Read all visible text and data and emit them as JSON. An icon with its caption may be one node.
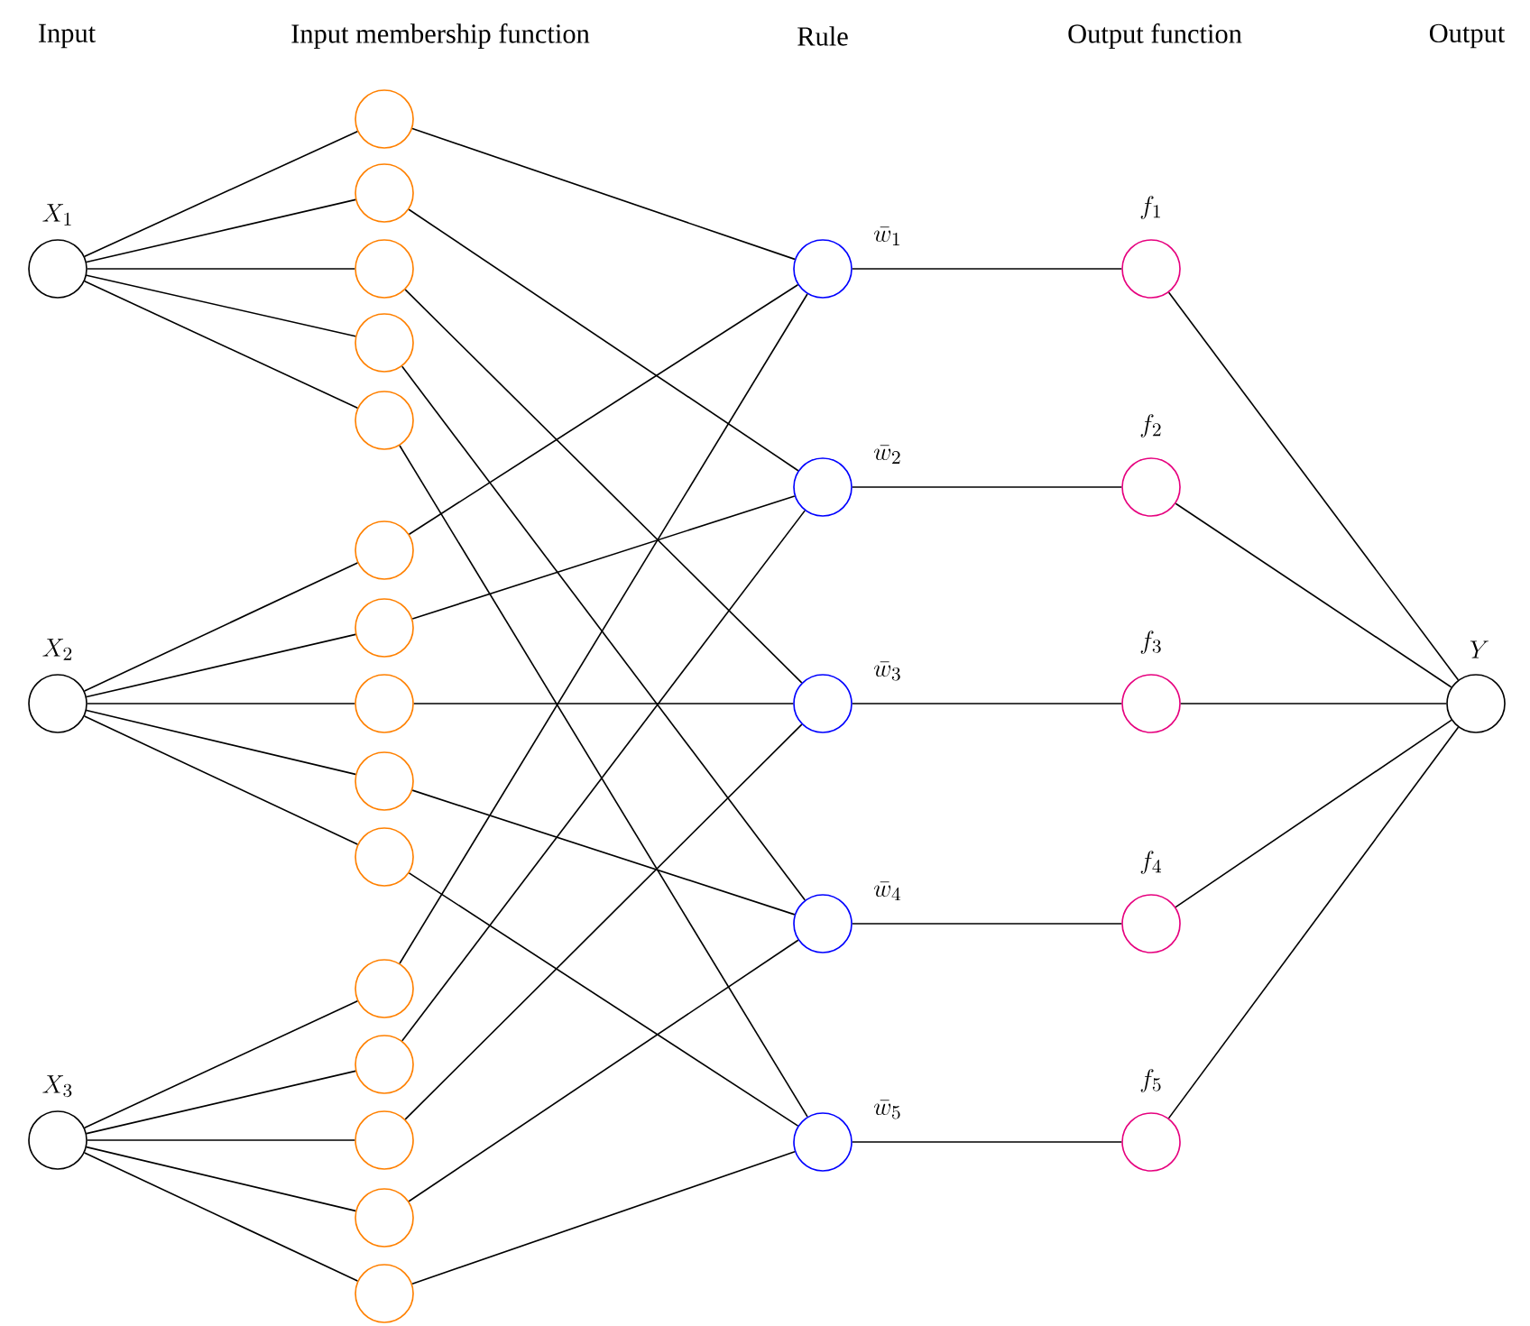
{
  "diagram": {
    "nodes": [
      {
        "text": [
          "X_1"
        ]
      },
      {
        "text": [
          "X_2"
        ]
      },
      {
        "text": [
          "X_3"
        ]
      },
      {
        "text": [],
        "shape": "circle"
      },
      {
        "text": [],
        "shape": "circle"
      },
      {
        "text": [],
        "shape": "circle"
      },
      {
        "text": [],
        "shape": "circle"
      },
      {
        "text": [],
        "shape": "circle"
      },
      {
        "text": [],
        "shape": "circle"
      },
      {
        "text": [],
        "shape": "circle"
      },
      {
        "text": [],
        "shape": "circle"
      },
      {
        "text": [],
        "shape": "circle"
      },
      {
        "text": [],
        "shape": "circle"
      },
      {
        "text": [],
        "shape": "circle"
      },
      {
        "text": [],
        "shape": "circle"
      },
      {
        "text": [],
        "shape": "circle"
      },
      {
        "text": [],
        "shape": "circle"
      },
      {
        "text": [],
        "shape": "circle"
      },
      {
        "text": [
          "\\bar{w}_1"
        ]
      },
      {
        "text": [
          "\\bar{w}_2"
        ]
      },
      {
        "text": [
          "\\bar{w}_3"
        ]
      },
      {
        "text": [
          "\\bar{w}_4"
        ]
      },
      {
        "text": [
          "\\bar{w}_5"
        ]
      },
      {
        "text": [
          "f_1"
        ]
      },
      {
        "text": [
          "f_2"
        ]
      },
      {
        "text": [
          "f_3"
        ]
      },
      {
        "text": [
          "f_4"
        ]
      },
      {
        "text": [
          "f_5"
        ]
      },
      {
        "text": [
          "Y"
        ]
      }
    ],
    "edges": [
      {
        "from": 0,
        "to": 3,
        "arrow": "none"
      },
      {
        "from": 0,
        "to": 4,
        "arrow": "none"
      },
      {
        "from": 0,
        "to": 5,
        "arrow": "none"
      },
      {
        "from": 0,
        "to": 6,
        "arrow": "none"
      },
      {
        "from": 0,
        "to": 7,
        "arrow": "none"
      },
      {
        "from": 1,
        "to": 8,
        "arrow": "none"
      },
      {
        "from": 1,
        "to": 9,
        "arrow": "none"
      },
      {
        "from": 1,
        "to": 10,
        "arrow": "none"
      },
      {
        "from": 1,
        "to": 11,
        "arrow": "none"
      },
      {
        "from": 1,
        "to": 12,
        "arrow": "none"
      },
      {
        "from": 2,
        "to": 13,
        "arrow": "none"
      },
      {
        "from": 2,
        "to": 14,
        "arrow": "none"
      },
      {
        "from": 2,
        "to": 15,
        "arrow": "none"
      },
      {
        "from": 2,
        "to": 16,
        "arrow": "none"
      },
      {
        "from": 2,
        "to": 17,
        "arrow": "none"
      },
      {
        "from": 3,
        "to": 18,
        "arrow": "none"
      },
      {
        "from": 4,
        "to": 19,
        "arrow": "none"
      },
      {
        "from": 5,
        "to": 20,
        "arrow": "none"
      },
      {
        "from": 6,
        "to": 21,
        "arrow": "none"
      },
      {
        "from": 7,
        "to": 22,
        "arrow": "none"
      },
      {
        "from": 8,
        "to": 18,
        "arrow": "none"
      },
      {
        "from": 9,
        "to": 19,
        "arrow": "none"
      },
      {
        "from": 10,
        "to": 20,
        "arrow": "none"
      },
      {
        "from": 11,
        "to": 21,
        "arrow": "none"
      },
      {
        "from": 12,
        "to": 22,
        "arrow": "none"
      },
      {
        "from": 13,
        "to": 18,
        "arrow": "none"
      },
      {
        "from": 14,
        "to": 19,
        "arrow": "none"
      },
      {
        "from": 15,
        "to": 20,
        "arrow": "none"
      },
      {
        "from": 16,
        "to": 21,
        "arrow": "none"
      },
      {
        "from": 17,
        "to": 22,
        "arrow": "none"
      },
      {
        "from": 18,
        "to": 23,
        "arrow": "none"
      },
      {
        "from": 19,
        "to": 24,
        "arrow": "none"
      },
      {
        "from": 20,
        "to": 25,
        "arrow": "none"
      },
      {
        "from": 21,
        "to": 26,
        "arrow": "none"
      },
      {
        "from": 22,
        "to": 27,
        "arrow": "none"
      },
      {
        "from": 23,
        "to": 28,
        "arrow": "none"
      },
      {
        "from": 24,
        "to": 28,
        "arrow": "none"
      },
      {
        "from": 25,
        "to": 28,
        "arrow": "none"
      },
      {
        "from": 26,
        "to": 28,
        "arrow": "none"
      },
      {
        "from": 27,
        "to": 28,
        "arrow": "none"
      }
    ],
    "labels": [
      "Input",
      "Input membership function",
      "Rule",
      "Output function",
      "Output"
    ]
  }
}
